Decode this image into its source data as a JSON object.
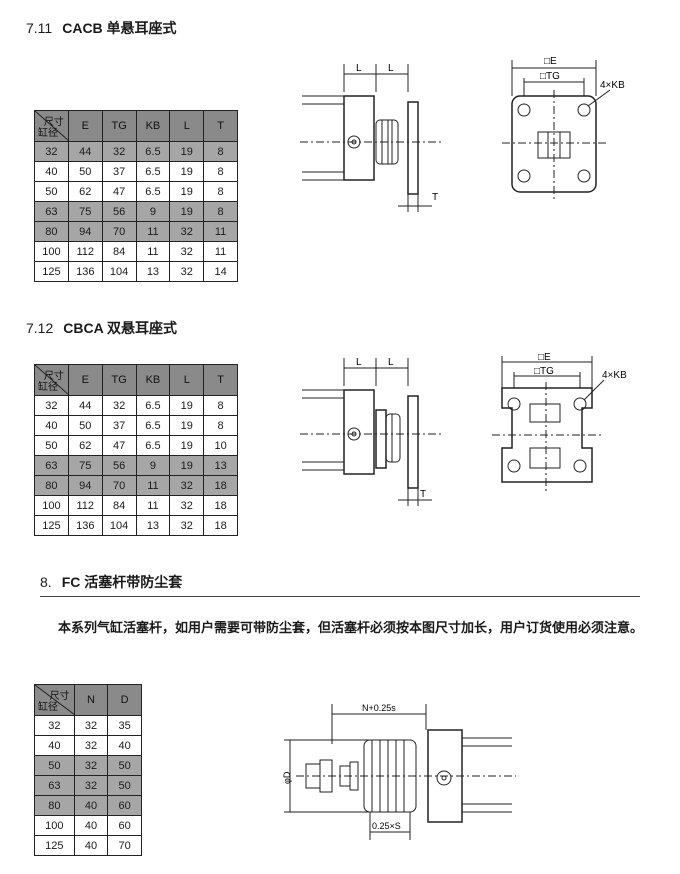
{
  "sections": [
    {
      "number": "7.11",
      "title": "CACB 单悬耳座式"
    },
    {
      "number": "7.12",
      "title": "CBCA 双悬耳座式"
    },
    {
      "number": "8.",
      "title": "FC 活塞杆带防尘套"
    }
  ],
  "paragraph": "本系列气缸活塞杆，如用户需要可带防尘套，但活塞杆必须按本图尺寸加长，用户订货使用必须注意。",
  "table_header": {
    "dim": "尺寸",
    "bore": "缸径"
  },
  "table1": {
    "columns": [
      "E",
      "TG",
      "KB",
      "L",
      "T"
    ],
    "rows": [
      [
        "32",
        "44",
        "32",
        "6.5",
        "19",
        "8"
      ],
      [
        "40",
        "50",
        "37",
        "6.5",
        "19",
        "8"
      ],
      [
        "50",
        "62",
        "47",
        "6.5",
        "19",
        "8"
      ],
      [
        "63",
        "75",
        "56",
        "9",
        "19",
        "8"
      ],
      [
        "80",
        "94",
        "70",
        "11",
        "32",
        "11"
      ],
      [
        "100",
        "112",
        "84",
        "11",
        "32",
        "11"
      ],
      [
        "125",
        "136",
        "104",
        "13",
        "32",
        "14"
      ]
    ]
  },
  "table2": {
    "columns": [
      "E",
      "TG",
      "KB",
      "L",
      "T"
    ],
    "rows": [
      [
        "32",
        "44",
        "32",
        "6.5",
        "19",
        "8"
      ],
      [
        "40",
        "50",
        "37",
        "6.5",
        "19",
        "8"
      ],
      [
        "50",
        "62",
        "47",
        "6.5",
        "19",
        "10"
      ],
      [
        "63",
        "75",
        "56",
        "9",
        "19",
        "13"
      ],
      [
        "80",
        "94",
        "70",
        "11",
        "32",
        "18"
      ],
      [
        "100",
        "112",
        "84",
        "11",
        "32",
        "18"
      ],
      [
        "125",
        "136",
        "104",
        "13",
        "32",
        "18"
      ]
    ]
  },
  "table3": {
    "columns": [
      "N",
      "D"
    ],
    "rows": [
      [
        "32",
        "32",
        "35"
      ],
      [
        "40",
        "32",
        "40"
      ],
      [
        "50",
        "32",
        "50"
      ],
      [
        "63",
        "32",
        "50"
      ],
      [
        "80",
        "40",
        "60"
      ],
      [
        "100",
        "40",
        "60"
      ],
      [
        "125",
        "40",
        "70"
      ]
    ]
  },
  "drawing_labels": {
    "L": "L",
    "T": "T",
    "E": "□E",
    "TG": "□TG",
    "KB": "4×KB",
    "N": "N+0.25s",
    "D": "φD",
    "S": "0.25×S"
  }
}
